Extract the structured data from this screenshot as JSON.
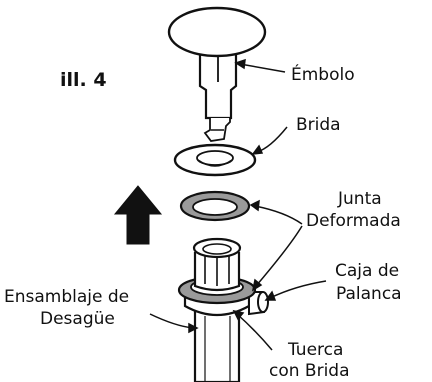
{
  "figure": {
    "title": "ill. 4",
    "labels": {
      "embolo": "Émbolo",
      "brida": "Brida",
      "junta_line1": "Junta",
      "junta_line2": "Deformada",
      "caja_line1": "Caja de",
      "caja_line2": "Palanca",
      "ensamblaje_line1": "Ensamblaje de",
      "ensamblaje_line2": "Desagüe",
      "tuerca_line1": "Tuerca",
      "tuerca_line2": "con Brida"
    },
    "arrow_direction": "up",
    "colors": {
      "stroke": "#111111",
      "gasket": "#9a9a9a",
      "part_fill": "#ffffff"
    }
  }
}
